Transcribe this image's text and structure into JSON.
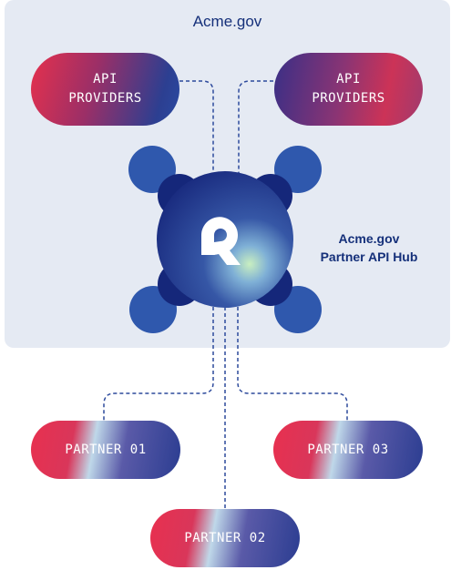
{
  "region": {
    "title": "Acme.gov"
  },
  "providers": [
    {
      "label": "API\nPROVIDERS"
    },
    {
      "label": "API\nPROVIDERS"
    }
  ],
  "hub": {
    "label_line1": "Acme.gov",
    "label_line2": "Partner API Hub",
    "logo_icon": "q-logo-icon"
  },
  "partners": [
    {
      "label": "PARTNER 01"
    },
    {
      "label": "PARTNER 02"
    },
    {
      "label": "PARTNER 03"
    }
  ],
  "colors": {
    "region_bg": "#e5eaf3",
    "title_text": "#15307a",
    "connector": "#2d4a9c",
    "satellite": "#2f58ad",
    "hub_dark": "#15277a",
    "accent_red": "#e5304d"
  }
}
